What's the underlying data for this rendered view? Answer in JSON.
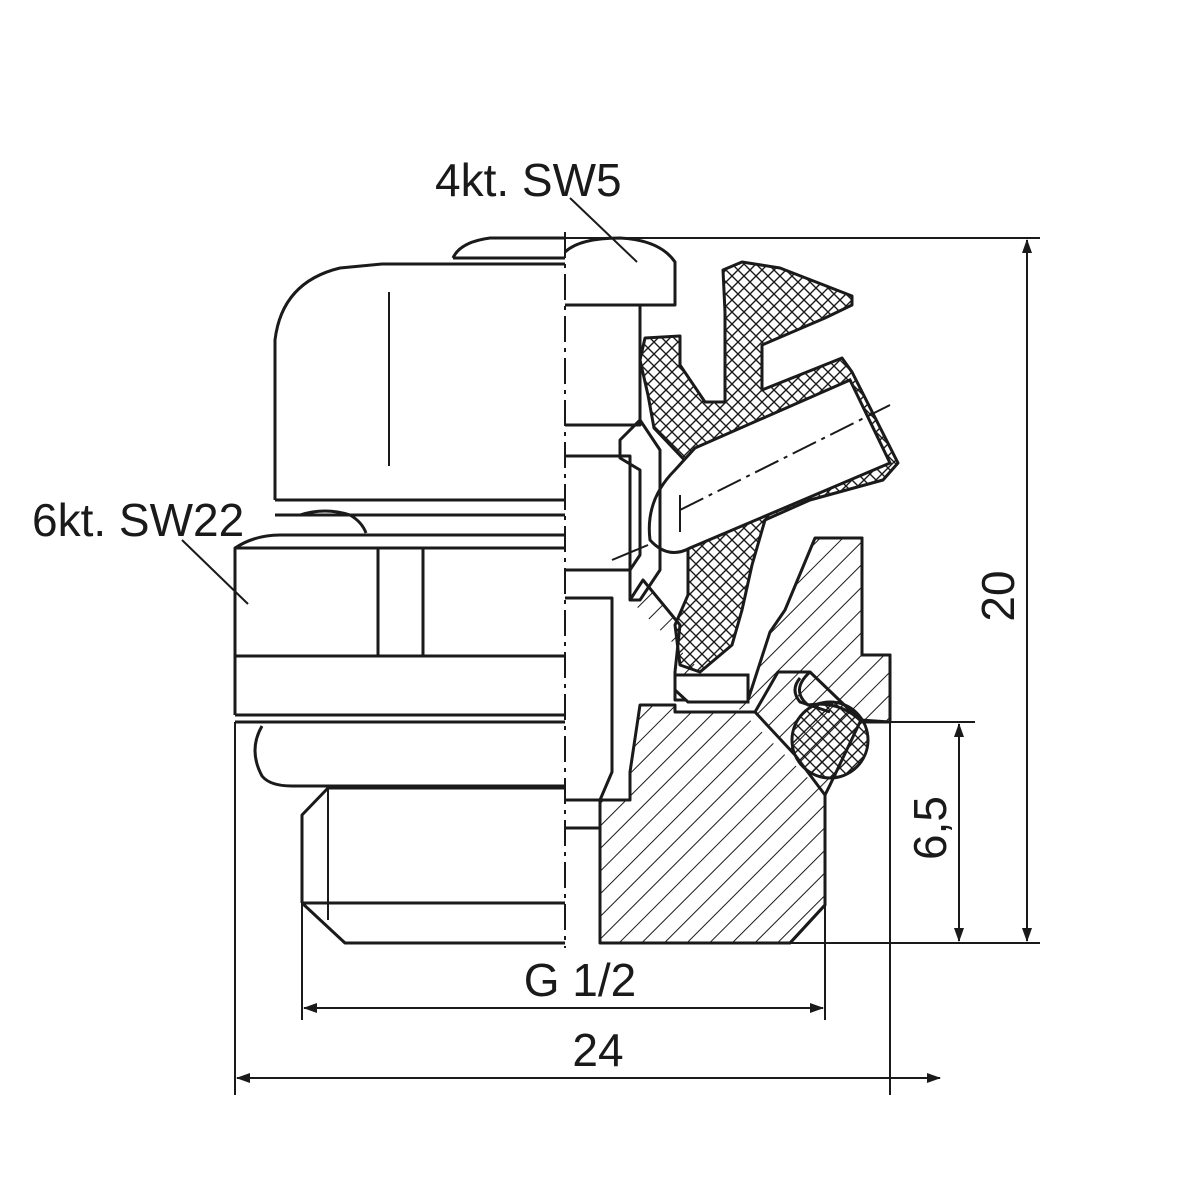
{
  "labels": {
    "hex_socket": "4kt. SW5",
    "hex_nut": "6kt. SW22",
    "thread": "G 1/2",
    "width": "24",
    "height": "20",
    "thread_length": "6,5"
  },
  "colors": {
    "line": "#1a1a1a",
    "background": "#ffffff"
  }
}
